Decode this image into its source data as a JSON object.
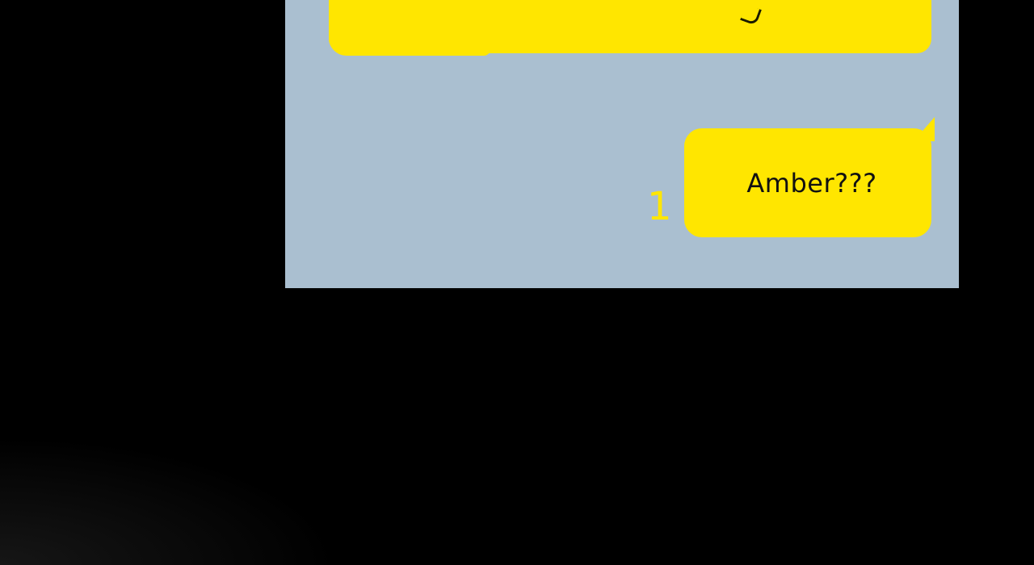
{
  "colors": {
    "background": "#000000",
    "chat_background": "#aabfd0",
    "bubble": "#ffe600",
    "unread": "#ffe600",
    "text": "#111111"
  },
  "chat": {
    "messages": [
      {
        "id": "msg-previous",
        "text": "",
        "partially_visible": true
      },
      {
        "id": "msg-sent",
        "text": "Amber???",
        "unread_count": "1"
      }
    ]
  }
}
